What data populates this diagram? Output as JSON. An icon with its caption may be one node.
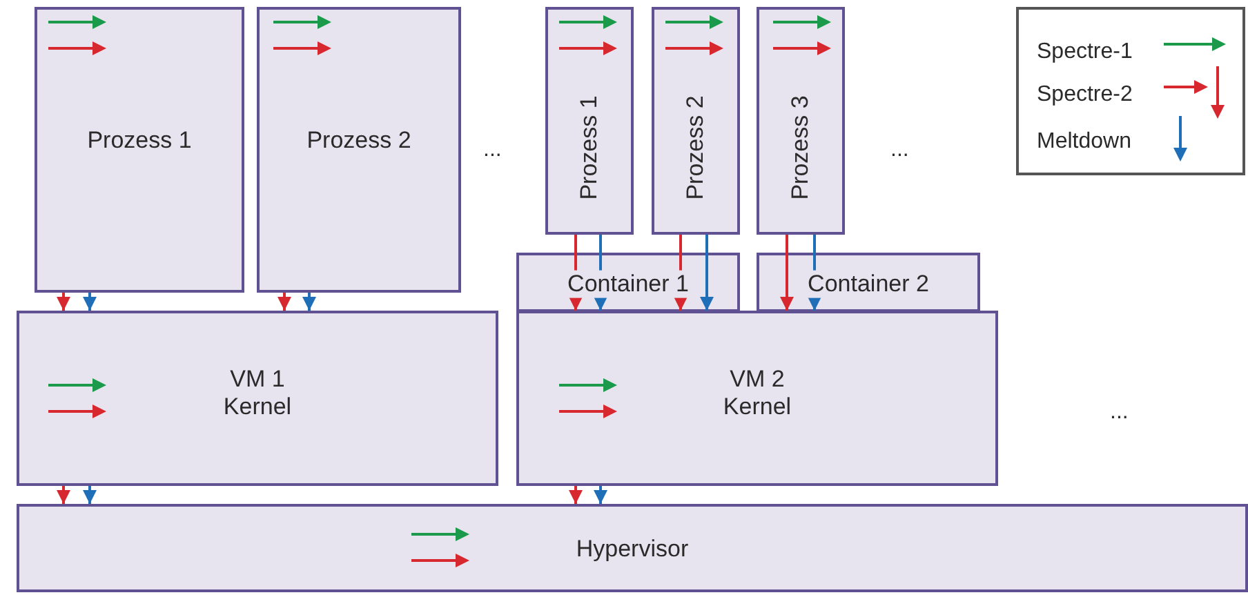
{
  "diagram": {
    "nodes": [
      {
        "text": [
          "Prozess 1"
        ]
      },
      {
        "text": [
          "Prozess 2"
        ]
      },
      {
        "text": [
          "Prozess 1"
        ]
      },
      {
        "text": [
          "Prozess 2"
        ]
      },
      {
        "text": [
          "Prozess 3"
        ]
      },
      {
        "text": [
          "Container 1"
        ]
      },
      {
        "text": [
          "Container 2"
        ]
      },
      {
        "text": [
          "VM 1 Kernel"
        ]
      },
      {
        "text": [
          "VM 2 Kernel"
        ]
      },
      {
        "text": [
          "Hypervisor"
        ]
      }
    ],
    "edges": [
      {
        "from": 0,
        "to": 7,
        "arrow": "to",
        "color": "#d7282f"
      },
      {
        "from": 0,
        "to": 7,
        "arrow": "to",
        "color": "#1f6fb8"
      },
      {
        "from": 1,
        "to": 7,
        "arrow": "to",
        "color": "#d7282f"
      },
      {
        "from": 1,
        "to": 7,
        "arrow": "to",
        "color": "#1f6fb8"
      },
      {
        "from": 2,
        "to": 5,
        "arrow": "none",
        "color": "#d7282f"
      },
      {
        "from": 2,
        "to": 5,
        "arrow": "none",
        "color": "#1f6fb8"
      },
      {
        "from": 3,
        "to": 5,
        "arrow": "none",
        "color": "#d7282f"
      },
      {
        "from": 3,
        "to": 5,
        "arrow": "none",
        "color": "#1f6fb8"
      },
      {
        "from": 4,
        "to": 6,
        "arrow": "none",
        "color": "#d7282f"
      },
      {
        "from": 4,
        "to": 6,
        "arrow": "none",
        "color": "#1f6fb8"
      },
      {
        "from": 5,
        "to": 8,
        "arrow": "to",
        "color": "#d7282f"
      },
      {
        "from": 5,
        "to": 8,
        "arrow": "to",
        "color": "#1f6fb8"
      },
      {
        "from": 5,
        "to": 8,
        "arrow": "to",
        "color": "#d7282f"
      },
      {
        "from": 5,
        "to": 8,
        "arrow": "to",
        "color": "#1f6fb8"
      },
      {
        "from": 6,
        "to": 8,
        "arrow": "to",
        "color": "#d7282f"
      },
      {
        "from": 6,
        "to": 8,
        "arrow": "to",
        "color": "#1f6fb8"
      },
      {
        "from": 7,
        "to": 9,
        "arrow": "to",
        "color": "#d7282f"
      },
      {
        "from": 7,
        "to": 9,
        "arrow": "to",
        "color": "#1f6fb8"
      },
      {
        "from": 8,
        "to": 9,
        "arrow": "to",
        "color": "#d7282f"
      },
      {
        "from": 8,
        "to": 9,
        "arrow": "to",
        "color": "#1f6fb8"
      }
    ],
    "labels": [
      "...",
      "...",
      "..."
    ],
    "legend": [
      {
        "text": "Spectre-1"
      },
      {
        "text": "Spectre-2"
      },
      {
        "text": "Meltdown"
      }
    ]
  }
}
